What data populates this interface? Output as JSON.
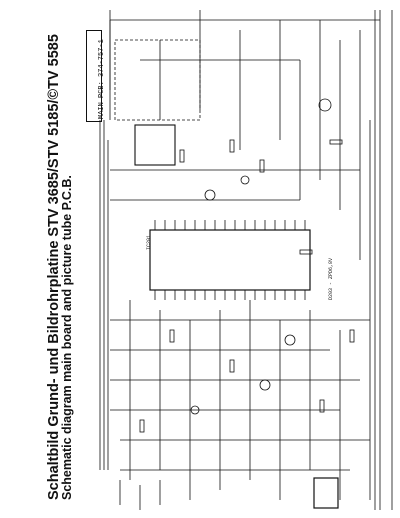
{
  "title_de": "Schaltbild Grund- und Bildrohrplatine STV 3685/STV 5185/©TV 5585",
  "title_en": "Schematic diagram main board and picture tube P.C.B.",
  "pcb_label": "MAIN PCB: 374-757-1",
  "ic_label": "IC201",
  "note_label": "D203 - ZPD6,8V"
}
